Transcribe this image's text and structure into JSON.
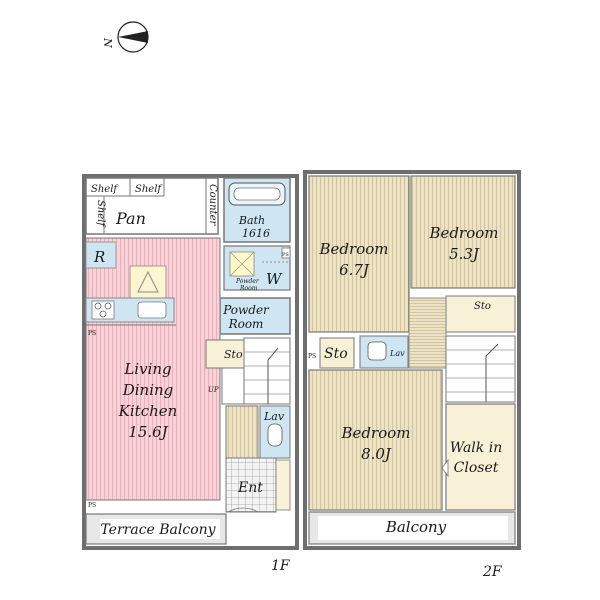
{
  "compass": {
    "label": "N"
  },
  "floor1": {
    "floor_label": "1F",
    "rooms": {
      "shelf_a": "Shelf",
      "shelf_b": "Shelf",
      "shelf_v": "Shelf",
      "pan": "Pan",
      "counter": "Counter",
      "bath": "Bath",
      "bath_size": "1616",
      "r_label": "R",
      "w_label": "W",
      "powder_small_1": "Powder",
      "powder_small_2": "Room",
      "powder_room_1": "Powder",
      "powder_room_2": "Room",
      "ldk_1": "Living",
      "ldk_2": "Dining",
      "ldk_3": "Kitchen",
      "ldk_size": "15.6J",
      "sto": "Sto",
      "up": "UP",
      "lav": "Lav",
      "ent": "Ent",
      "ps_a": "PS",
      "ps_b": "PS",
      "ps_c": "PS",
      "terrace": "Terrace Balcony"
    }
  },
  "floor2": {
    "floor_label": "2F",
    "rooms": {
      "bedroom_a": "Bedroom",
      "bedroom_a_size": "6.7J",
      "bedroom_b": "Bedroom",
      "bedroom_b_size": "5.3J",
      "bedroom_c": "Bedroom",
      "bedroom_c_size": "8.0J",
      "sto_a": "Sto",
      "sto_b": "Sto",
      "lav": "Lav",
      "ps": "PS",
      "wic_1": "Walk in",
      "wic_2": "Closet",
      "balcony": "Balcony"
    }
  },
  "colors": {
    "wall": "#6e6e6e",
    "ldk_floor": "#f2c8cf",
    "bedroom_floor": "#e8dcc0",
    "wet_area": "#cfe6f2",
    "storage": "#f8f1d8",
    "balcony": "#e7e7e7"
  }
}
